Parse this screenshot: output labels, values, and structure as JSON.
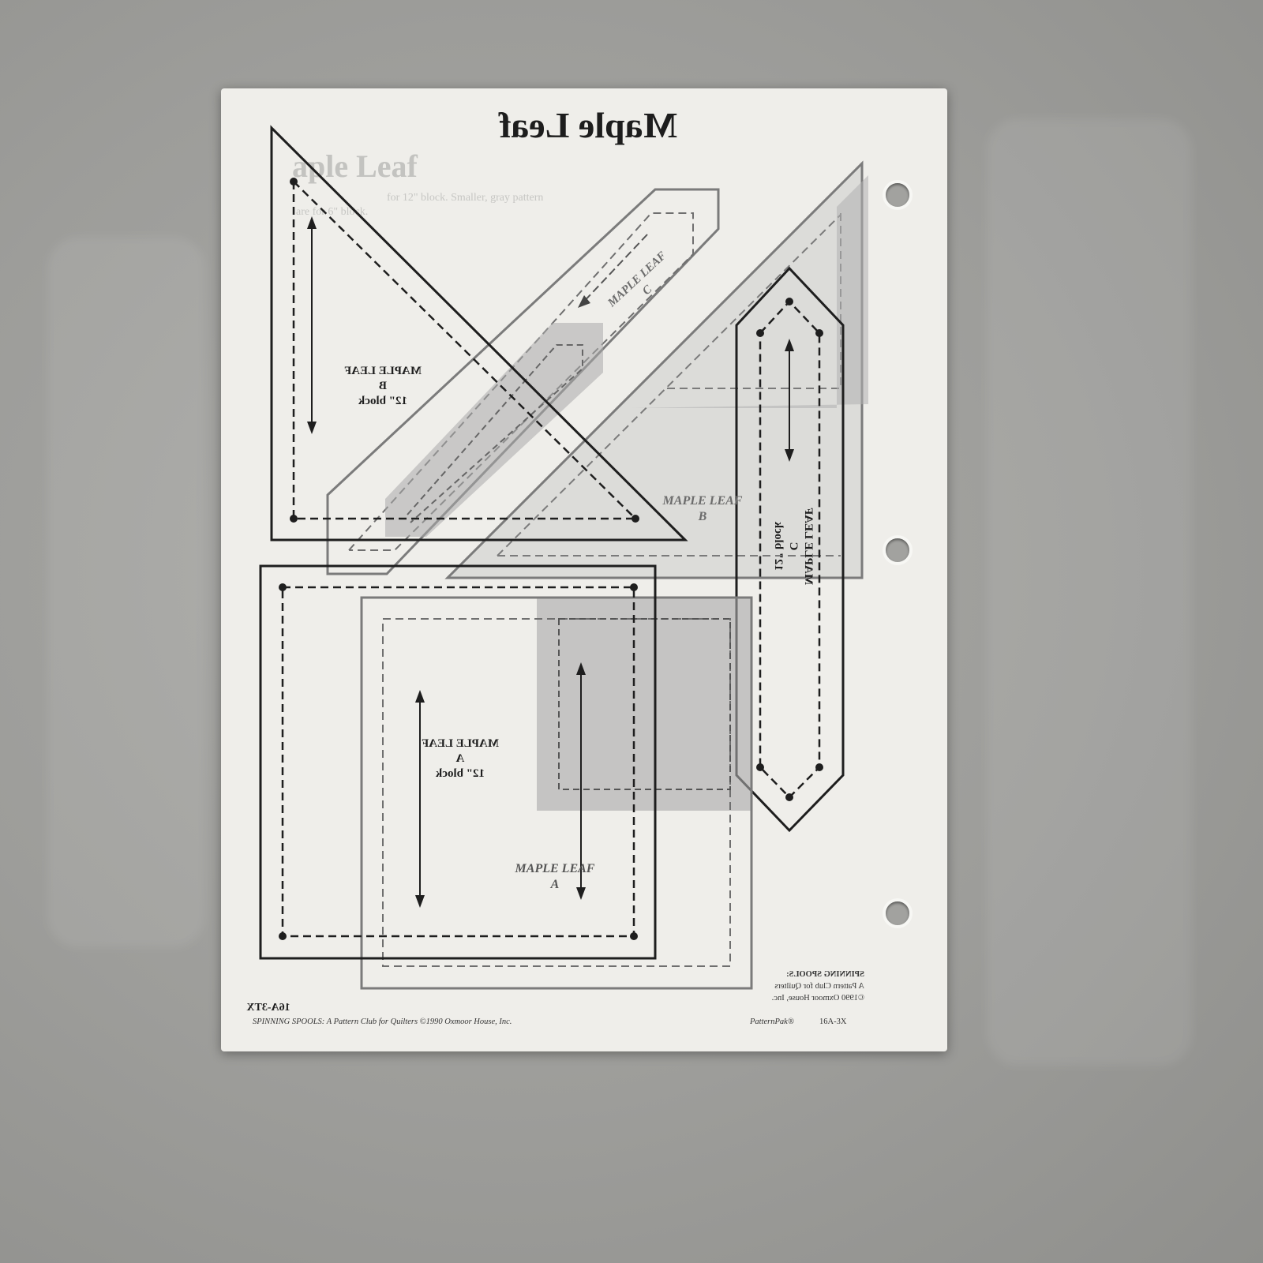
{
  "sheet": {
    "title_mirrored": "Maple Leaf",
    "title_gray": "aple Leaf",
    "gray_intro_1": "for 12\" block. Smaller, gray pattern",
    "gray_intro_2": "are for 6\" block."
  },
  "templates": {
    "b_black": {
      "line1": "MAPLE LEAF",
      "line2": "B",
      "line3": "12\" block"
    },
    "b_gray": {
      "line1": "MAPLE LEAF",
      "line2": "B"
    },
    "c_gray": {
      "line1": "MAPLE LEAF",
      "line2": "C"
    },
    "c_black": {
      "line1": "MAPLE LEAF",
      "line2": "C",
      "line3": "12\" block"
    },
    "a_black": {
      "line1": "MAPLE LEAF",
      "line2": "A",
      "line3": "12\" block"
    },
    "a_gray": {
      "line1": "MAPLE LEAF",
      "line2": "A"
    }
  },
  "footer": {
    "code_mirrored": "16A-3TX",
    "copyright": "SPINNING SPOOLS: A Pattern Club for Quilters ©1990 Oxmoor House, Inc.",
    "mirrored_1": "SPINNING SPOOLS:",
    "mirrored_2": "A Pattern Club for Quilters",
    "mirrored_3": "©1990 Oxmoor House, Inc.",
    "patternpak": "PatternPak®",
    "code": "16A-3X"
  },
  "colors": {
    "background": "#9f9f9c",
    "paper": "#efeeea",
    "black_line": "#1e1e1e",
    "gray_line": "#7b7b7b",
    "gray_fill": "#b4b4b4"
  }
}
